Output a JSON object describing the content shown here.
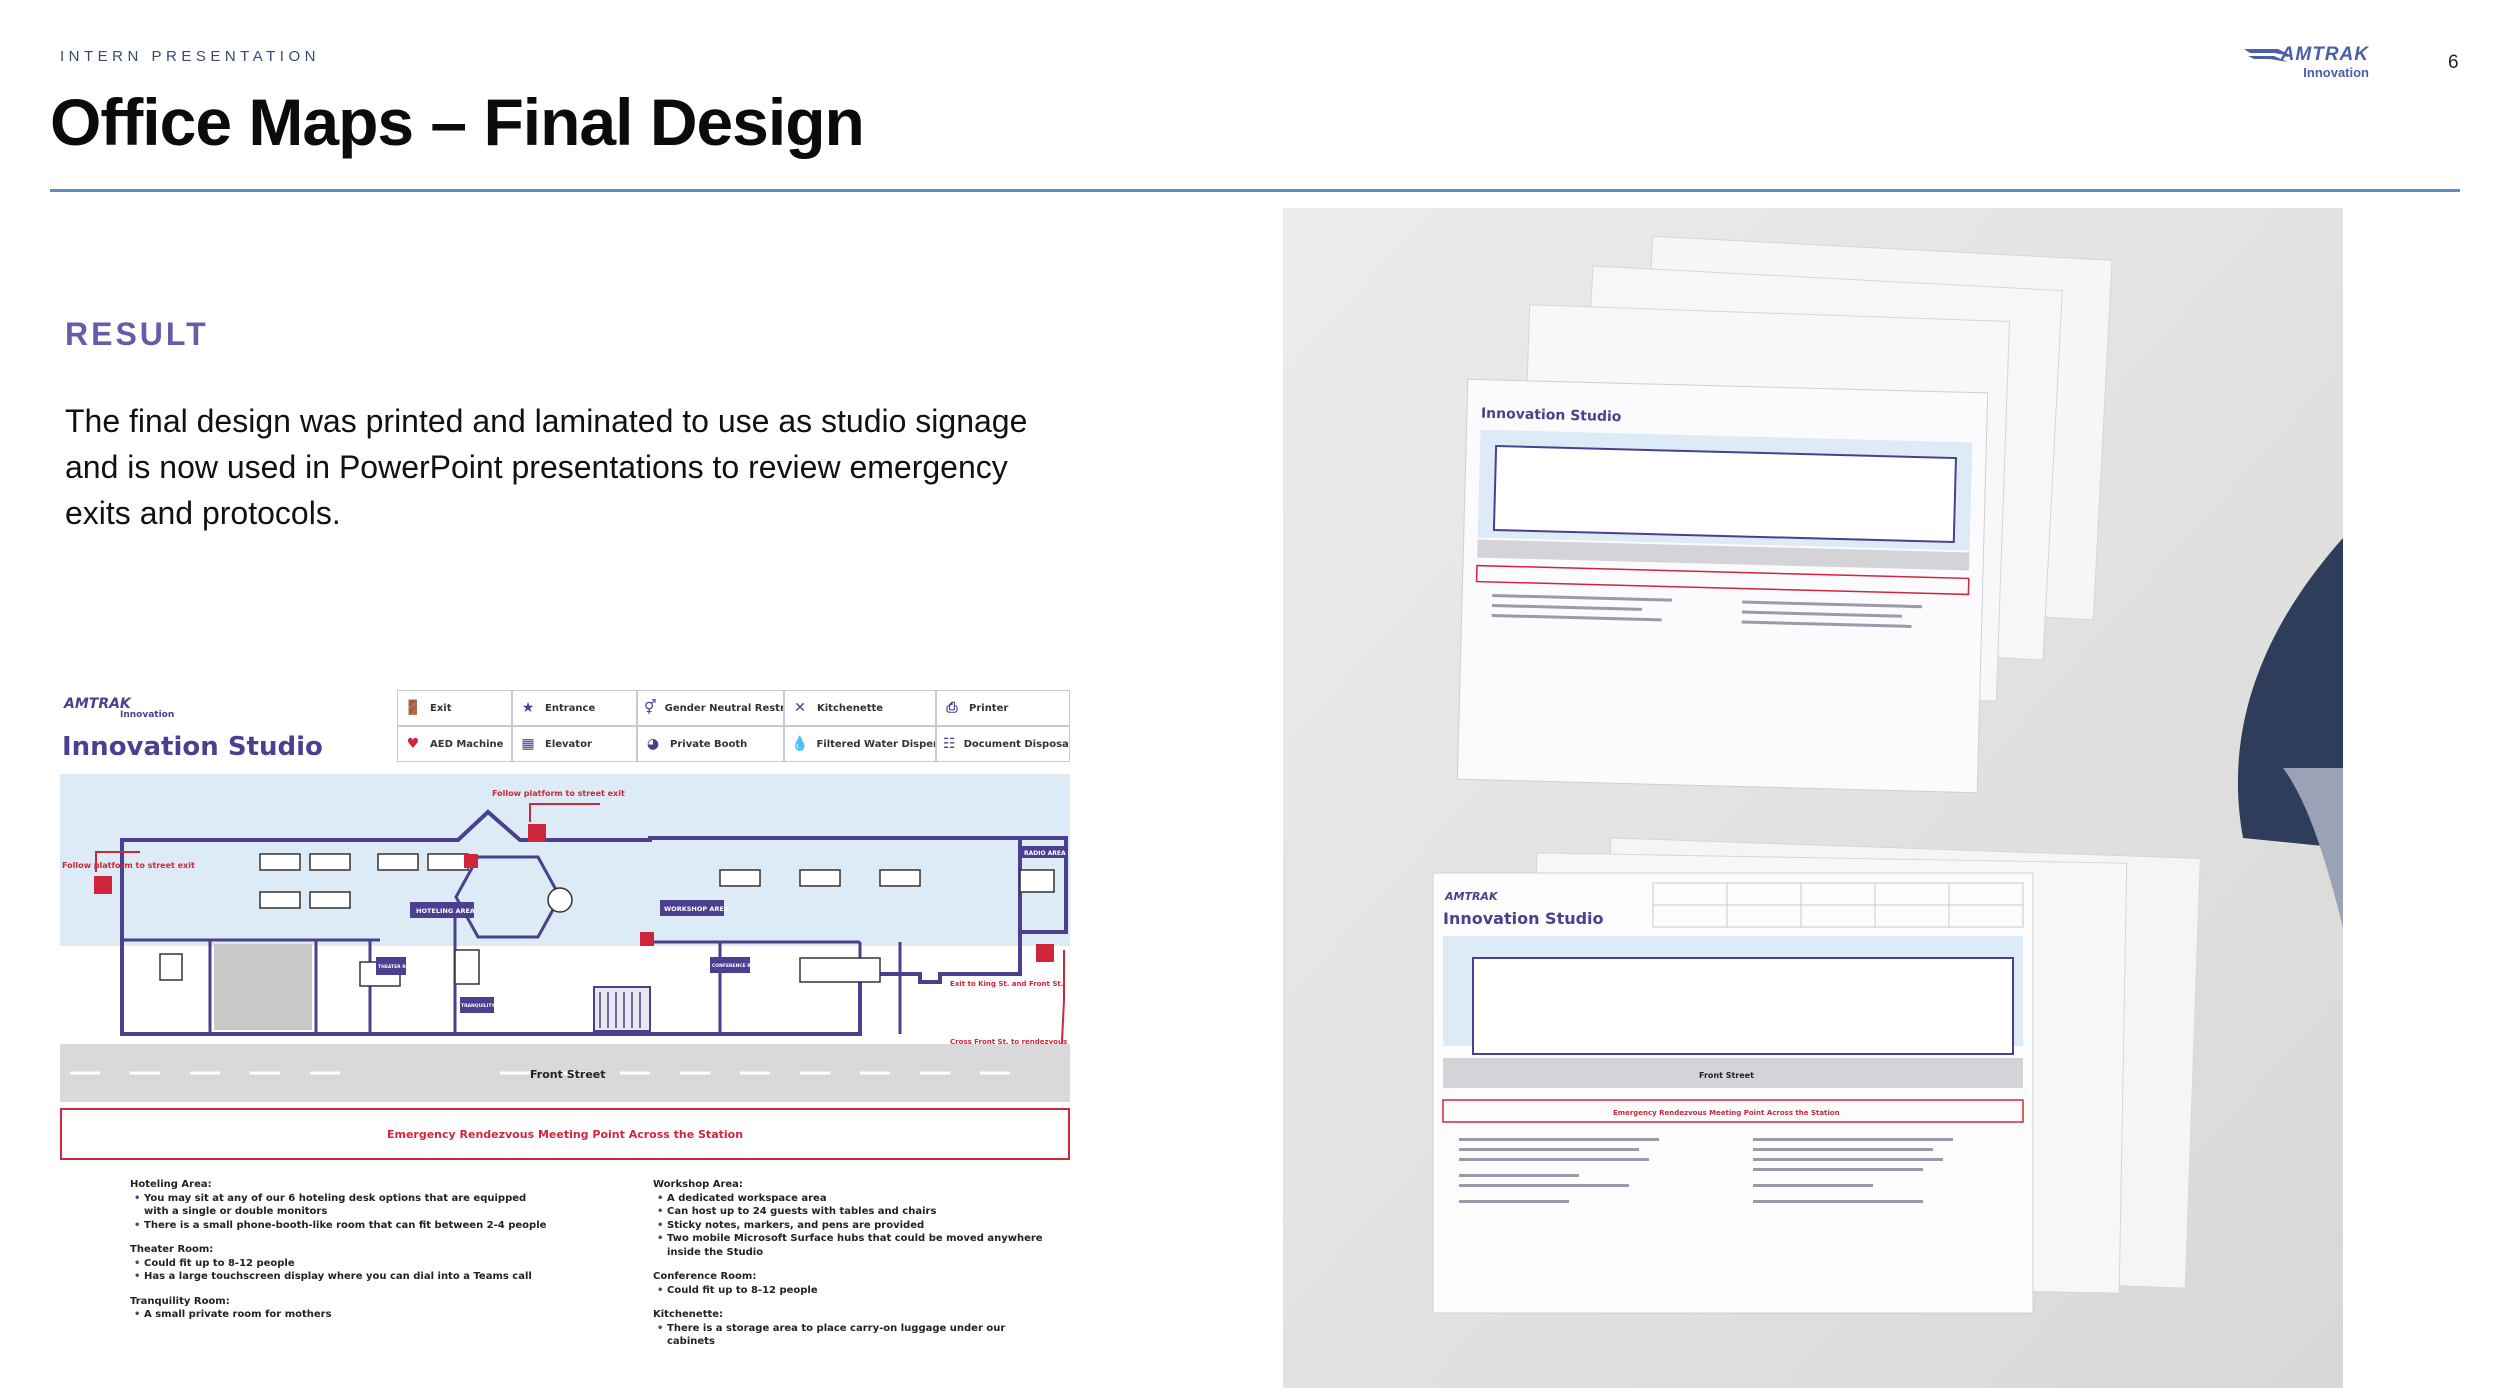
{
  "header": {
    "eyebrow": "INTERN PRESENTATION",
    "title": "Office Maps – Final Design",
    "page_number": "6",
    "logo_word": "AMTRAK",
    "logo_sub": "Innovation"
  },
  "result": {
    "label": "RESULT",
    "body": "The final design was printed and laminated to use as studio signage and is now used in PowerPoint presentations to review emergency exits and protocols."
  },
  "signage": {
    "logo_word": "AMTRAK",
    "logo_sub": "Innovation",
    "title": "Innovation Studio",
    "legend": [
      {
        "label": "Exit",
        "icon": "exit-icon",
        "color": "#d0263b"
      },
      {
        "label": "Entrance",
        "icon": "star-icon",
        "color": "#4b3f8f"
      },
      {
        "label": "Gender Neutral Restroom",
        "icon": "restroom-icon",
        "color": "#4b3f8f"
      },
      {
        "label": "Kitchenette",
        "icon": "utensils-icon",
        "color": "#4b3f8f"
      },
      {
        "label": "Printer",
        "icon": "printer-icon",
        "color": "#4b3f8f"
      },
      {
        "label": "AED Machine",
        "icon": "aed-icon",
        "color": "#d0263b"
      },
      {
        "label": "Elevator",
        "icon": "elevator-icon",
        "color": "#4b3f8f"
      },
      {
        "label": "Private Booth",
        "icon": "booth-icon",
        "color": "#4b3f8f"
      },
      {
        "label": "Filtered Water Dispenser",
        "icon": "water-drop-icon",
        "color": "#4b3f8f"
      },
      {
        "label": "Document Disposal",
        "icon": "shredder-icon",
        "color": "#4b3f8f"
      }
    ],
    "map_labels": {
      "follow_platform_left": "Follow platform to street exit",
      "follow_platform_top": "Follow platform to street exit",
      "hoteling_area": "HOTELING AREA",
      "workshop_area": "WORKSHOP AREA",
      "theater_room": "THEATER ROOM",
      "tranquility_room": "TRANQUILITY ROOM",
      "conference_room": "CONFERENCE ROOM",
      "radio_area": "RADIO AREA",
      "exit_king": "Exit to King St. and Front St.",
      "cross_front": "Cross Front St. to rendezvous point",
      "front_street": "Front Street"
    },
    "rendezvous": "Emergency Rendezvous Meeting Point Across the Station",
    "notes_left": [
      {
        "heading": "Hoteling Area:",
        "items": [
          "You may sit at any of our 6 hoteling desk options that are equipped with a single or double monitors",
          "There is a small phone-booth-like room that can fit between 2-4 people"
        ]
      },
      {
        "heading": "Theater Room:",
        "items": [
          "Could fit up to 8-12 people",
          "Has a large touchscreen display where you can dial into a Teams call"
        ]
      },
      {
        "heading": "Tranquility Room:",
        "items": [
          "A small private room for mothers"
        ]
      }
    ],
    "notes_right": [
      {
        "heading": "Workshop Area:",
        "items": [
          "A dedicated workspace area",
          "Can host up to 24 guests with tables and chairs",
          "Sticky notes, markers, and pens are provided",
          "Two mobile Microsoft Surface hubs that could be moved anywhere inside the Studio"
        ]
      },
      {
        "heading": "Conference Room:",
        "items": [
          "Could fit up to 8-12 people"
        ]
      },
      {
        "heading": "Kitchenette:",
        "items": [
          "There is a storage area to place carry-on luggage under our cabinets"
        ]
      }
    ]
  },
  "photo": {
    "sheet_title": "Innovation Studio",
    "sheet_street": "Front Street",
    "sheet_rendezvous": "Emergency Rendezvous Meeting Point Across the Station",
    "sheet_logo": "AMTRAK"
  },
  "colors": {
    "accent_purple": "#4b3f8f",
    "label_purple": "#6a5aa8",
    "rule_blue": "#5b8fc4",
    "exit_red": "#d0263b",
    "sky_blue": "#dcebf5"
  }
}
